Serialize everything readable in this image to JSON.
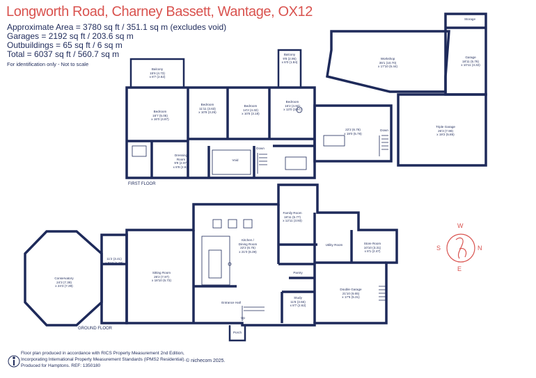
{
  "header": {
    "title": "Longworth Road, Charney Bassett, Wantage, OX12",
    "approx_area": "Approximate Area = 3780 sq ft / 351.1 sq m (excludes void)",
    "garages": "Garages = 2192 sq ft / 203.6 sq m",
    "outbuildings": "Outbuildings = 65 sq ft / 6 sq m",
    "total": "Total = 6037 sq ft / 560.7 sq m",
    "note": "For identification only - Not to scale"
  },
  "floors": {
    "first": "FIRST FLOOR",
    "ground": "GROUND FLOOR"
  },
  "rooms": {
    "balcony_left": {
      "name": "Balcony",
      "dim1": "15'6 (4.73)",
      "dim2": "x 8'7 (2.62)"
    },
    "bedroom_master": {
      "name": "Bedroom",
      "dim1": "16'7 (5.05)",
      "dim2": "x 16'0 (4.87)"
    },
    "bedroom_2": {
      "name": "Bedroom",
      "dim1": "11'11 (3.63)",
      "dim2": "x 10'8 (3.26)"
    },
    "bedroom_3": {
      "name": "Bedroom",
      "dim1": "14'2 (4.32)",
      "dim2": "x 10'5 (3.18)"
    },
    "balcony_right": {
      "name": "Balcony",
      "dim1": "9'8 (2.95)",
      "dim2": "x 6'0 (1.84)"
    },
    "bedroom_4": {
      "name": "Bedroom",
      "dim1": "16'2 (4.92)",
      "dim2": "x 13'0 (3.97)"
    },
    "dressing": {
      "name": "Dressing",
      "name2": "Room",
      "dim1": "9'9 (2.97)",
      "dim2": "x 8'8 (2.63)"
    },
    "void": {
      "name": "Void"
    },
    "down_first": {
      "name": "Down"
    },
    "annex": {
      "name": "",
      "dim1": "22'2 (6.76)",
      "dim2": "x 19'0 (5.78)"
    },
    "down_annex": {
      "name": "Down"
    },
    "workshop": {
      "name": "Workshop",
      "dim1": "35'1 (10.70)",
      "dim2": "x 17'10 (5.44)"
    },
    "storage": {
      "name": "Storage"
    },
    "garage": {
      "name": "Garage",
      "dim1": "18'11 (5.76)",
      "dim2": "x 10'11 (3.32)"
    },
    "triple_garage": {
      "name": "Triple Garage",
      "dim1": "26'3 (7.99)",
      "dim2": "x 19'2 (5.85)"
    },
    "family_room": {
      "name": "Family Room",
      "dim1": "18'11 (5.77)",
      "dim2": "x 12'11 (3.93)"
    },
    "kitchen": {
      "name": "Kitchen /",
      "name2": "Dining Room",
      "dim1": "22'2 (6.75)",
      "dim2": "x 21'0 (6.39)"
    },
    "utility": {
      "name": "Utility Room"
    },
    "store": {
      "name": "Store Room",
      "dim1": "10'10 (3.31)",
      "dim2": "x 8'1 (2.47)"
    },
    "small_room": {
      "name": "",
      "dim1": "11'2 (3.41)",
      "dim2": "x 5'10 (1.78)"
    },
    "sitting": {
      "name": "Sitting Room",
      "dim1": "26'2 (7.97)",
      "dim2": "x 18'10 (5.73)"
    },
    "conservatory": {
      "name": "Conservatory",
      "dim1": "24'3 (7.39)",
      "dim2": "x 24'3 (7.39)"
    },
    "pantry": {
      "name": "Pantry"
    },
    "double_garage": {
      "name": "Double Garage",
      "dim1": "21'10 (6.65)",
      "dim2": "x 17'5 (5.31)"
    },
    "study": {
      "name": "Study",
      "dim1": "11'8 (3.55)",
      "dim2": "x 8'7 (2.62)"
    },
    "entrance": {
      "name": "Entrance Hall"
    },
    "porch": {
      "name": "Porch"
    },
    "up_ground": {
      "name": "Up"
    }
  },
  "compass": {
    "n": "N",
    "s": "S",
    "e": "E",
    "w": "W"
  },
  "footer": {
    "line1": "Floor plan produced in accordance with RICS Property Measurement 2nd Edition,",
    "line2": "Incorporating International Property Measurement Standards (IPMS2 Residential).",
    "line3": "Produced for Hamptons.   REF:  1350180",
    "copyright": "© nichecom 2025."
  },
  "colors": {
    "wall": "#1e2a5a",
    "accent": "#d9534f"
  }
}
